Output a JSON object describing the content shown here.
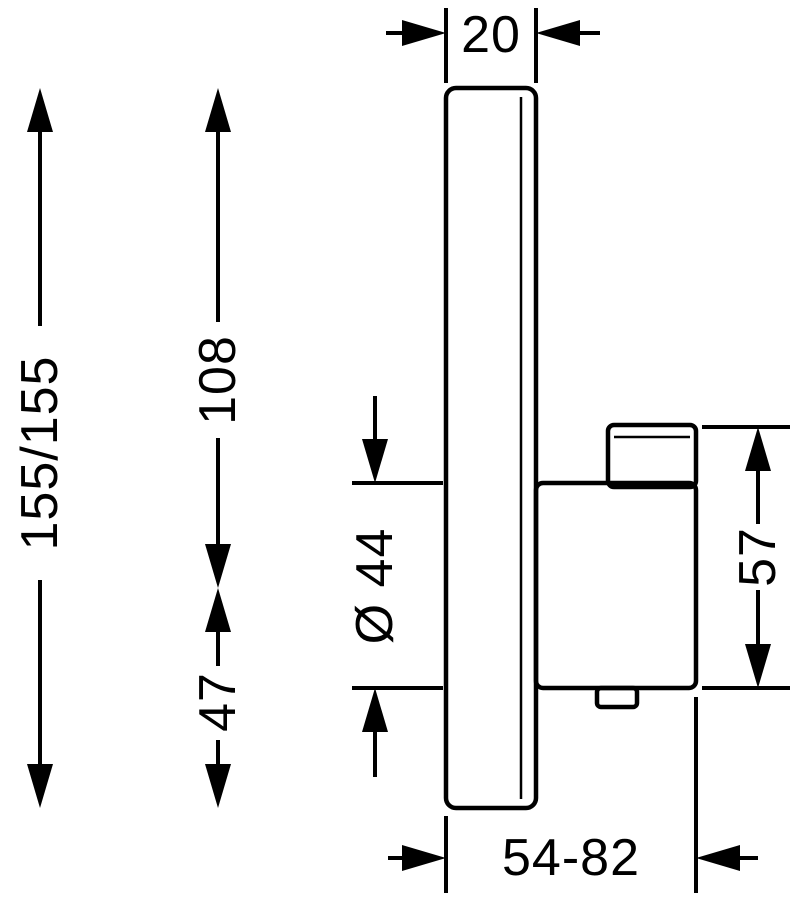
{
  "diagram": {
    "type": "technical-dimension-drawing",
    "colors": {
      "ink": "#000000",
      "background": "#ffffff"
    },
    "dimensions": {
      "plate_thickness": "20",
      "plate_size": "155/155",
      "top_to_center": "108",
      "center_to_bottom": "47",
      "handle_diameter": "Ø 44",
      "handle_height": "57",
      "installation_depth": "54-82"
    }
  }
}
